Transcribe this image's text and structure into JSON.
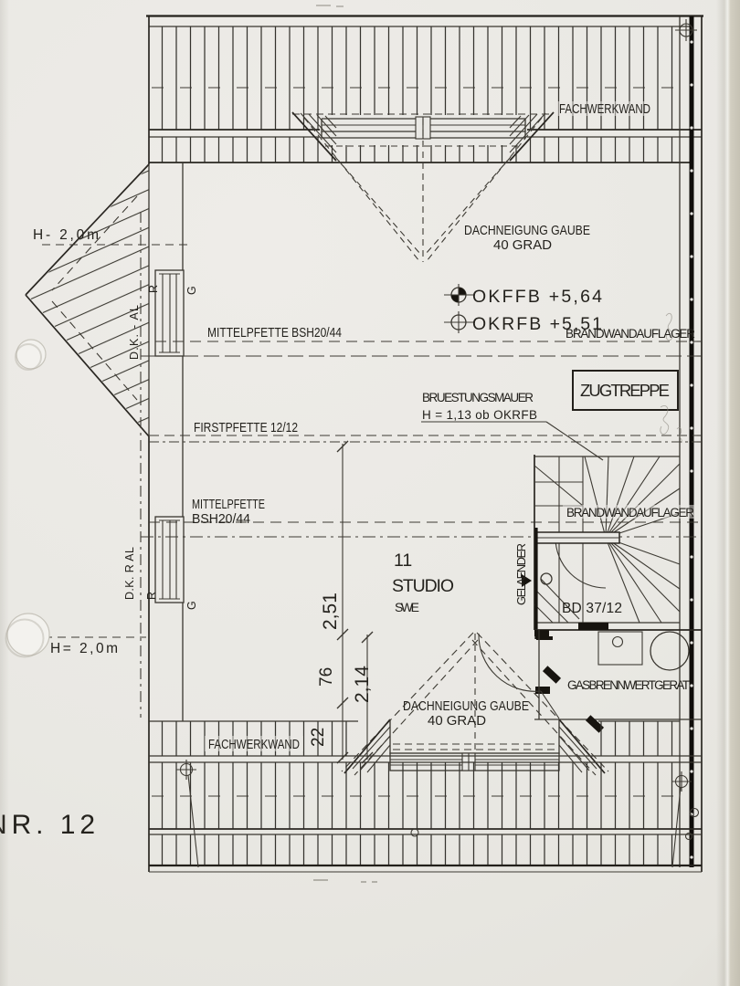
{
  "sheet": {
    "number_note": "NR. 12"
  },
  "room": {
    "number": "11",
    "name": "STUDIO",
    "type_code": "SWE"
  },
  "walls": {
    "fachwerkwand_top": "FACHWERKWAND",
    "fachwerkwand_bottom": "FACHWERKWAND",
    "brandwandauflager_top": "BRANDWANDAUFLAGER",
    "brandwandauflager_stair": "BRANDWANDAUFLAGER",
    "bruestungsmauer_line1": "BRUESTUNGSMAUER",
    "bruestungsmauer_line2": "H = 1,13 ob OKRFB"
  },
  "beams": {
    "mittelpfette_top": "MITTELPFETTE BSH20/44",
    "mittelpfette_mid_line1": "MITTELPFETTE",
    "mittelpfette_mid_line2": "BSH20/44",
    "firstpfette": "FIRSTPFETTE 12/12",
    "bd": "BD 37/12"
  },
  "dormers": {
    "top_line1": "DACHNEIGUNG GAUBE",
    "top_line2": "40 GRAD",
    "bottom_line1": "DACHNEIGUNG GAUBE",
    "bottom_line2": "40 GRAD"
  },
  "levels": {
    "okffb": "OKFFB +5,64",
    "okrfb": "OKRFB +5,51"
  },
  "heights": {
    "top": "H- 2,0m",
    "bottom": "H= 2,0m"
  },
  "stair": {
    "zugtreppe": "ZUGTREPPE",
    "gelaender": "GELAENDER"
  },
  "equipment": {
    "gas_boiler": "GASBRENNWERTGERAT"
  },
  "windows": {
    "dk_top": "D.K. - AL",
    "dk_bottom": "D.K. R AL",
    "r_top": "R",
    "g_top": "G",
    "r_bottom": "R",
    "g_bottom": "G"
  },
  "dimensions": {
    "d1": "2,51",
    "d2": "76",
    "d3": "2,14",
    "d4": "22"
  }
}
